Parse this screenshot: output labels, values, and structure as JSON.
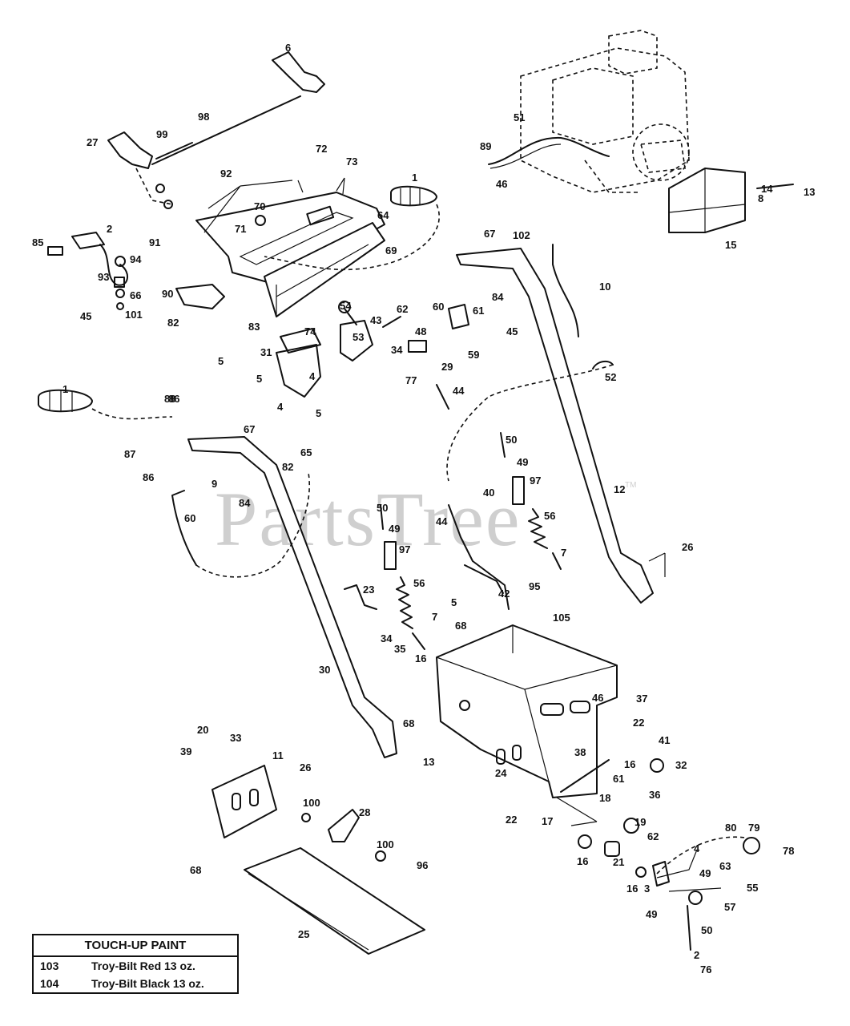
{
  "watermark": {
    "text": "PartsTree",
    "mark": "TM"
  },
  "touch_up_paint": {
    "title": "TOUCH-UP PAINT",
    "rows": [
      {
        "number": "103",
        "description": "Troy-Bilt Red 13 oz."
      },
      {
        "number": "104",
        "description": "Troy-Bilt Black 13 oz."
      }
    ]
  },
  "callouts": {
    "c1": "1",
    "c2": "1",
    "c3": "2",
    "c4": "2",
    "c5": "3",
    "c6": "4",
    "c7": "4",
    "c8": "4",
    "c9": "5",
    "c10": "5",
    "c11": "5",
    "c12": "5",
    "c13": "6",
    "c14": "7",
    "c15": "7",
    "c16": "8",
    "c17": "9",
    "c18": "10",
    "c19": "11",
    "c20": "12",
    "c21": "13",
    "c22": "13",
    "c23": "14",
    "c24": "15",
    "c25": "16",
    "c26": "16",
    "c27": "16",
    "c28": "16",
    "c29": "17",
    "c30": "18",
    "c31": "19",
    "c32": "20",
    "c33": "21",
    "c34": "22",
    "c35": "22",
    "c36": "23",
    "c37": "24",
    "c38": "25",
    "c39": "26",
    "c40": "26",
    "c41": "27",
    "c42": "28",
    "c43": "29",
    "c44": "30",
    "c45": "31",
    "c46": "32",
    "c47": "33",
    "c48": "34",
    "c49": "34",
    "c50": "35",
    "c51": "36",
    "c52": "37",
    "c53": "38",
    "c54": "39",
    "c55": "40",
    "c56": "41",
    "c57": "42",
    "c58": "43",
    "c59": "44",
    "c60": "44",
    "c61": "45",
    "c62": "45",
    "c63": "46",
    "c64": "46",
    "c65": "48",
    "c66": "49",
    "c67": "49",
    "c68": "49",
    "c69": "49",
    "c70": "50",
    "c71": "50",
    "c72": "50",
    "c73": "51",
    "c74": "52",
    "c75": "53",
    "c76": "54",
    "c77": "55",
    "c78": "56",
    "c79": "56",
    "c80": "57",
    "c81": "59",
    "c82": "60",
    "c83": "60",
    "c84": "61",
    "c85": "61",
    "c86": "62",
    "c87": "62",
    "c88": "63",
    "c89": "64",
    "c90": "65",
    "c91": "66",
    "c92": "67",
    "c93": "67",
    "c94": "68",
    "c95": "68",
    "c96": "68",
    "c97": "69",
    "c98": "70",
    "c99": "71",
    "c100": "72",
    "c101": "73",
    "c102": "74",
    "c103": "76",
    "c104": "77",
    "c105": "78",
    "c106": "79",
    "c107": "80",
    "c108": "82",
    "c109": "82",
    "c110": "83",
    "c111": "84",
    "c112": "84",
    "c113": "85",
    "c114": "86",
    "c115": "86",
    "c116": "87",
    "c117": "88",
    "c118": "89",
    "c119": "90",
    "c120": "91",
    "c121": "92",
    "c122": "93",
    "c123": "94",
    "c124": "95",
    "c125": "96",
    "c126": "97",
    "c127": "97",
    "c128": "98",
    "c129": "99",
    "c130": "100",
    "c131": "100",
    "c132": "101",
    "c133": "102",
    "c134": "105"
  }
}
